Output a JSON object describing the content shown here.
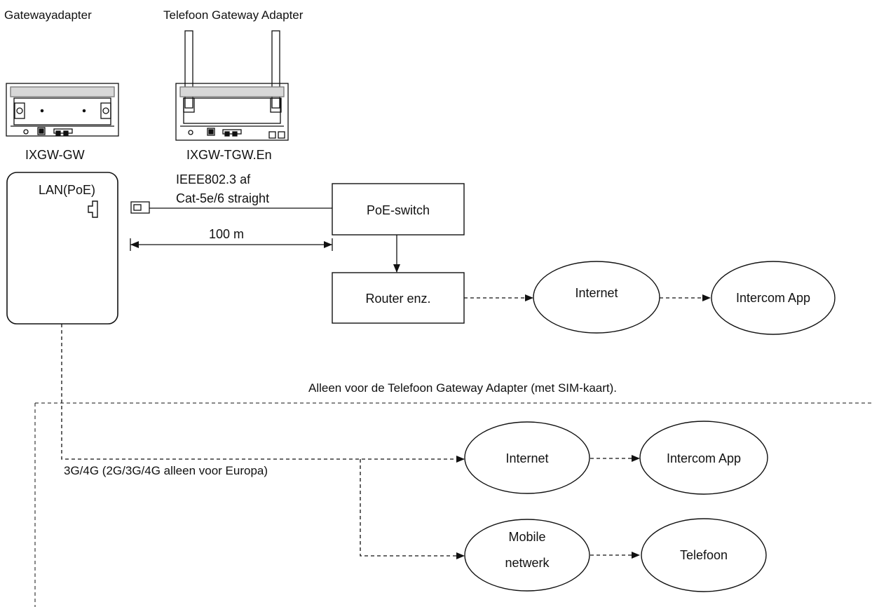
{
  "devices": {
    "gw_heading": "Gatewayadapter",
    "gw_model": "IXGW-GW",
    "tgw_heading": "Telefoon Gateway Adapter",
    "tgw_model": "IXGW-TGW.En"
  },
  "lan_port": {
    "label": "LAN(PoE)"
  },
  "cable": {
    "standard": "IEEE802.3 af",
    "type": "Cat-5e/6 straight",
    "length": "100 m"
  },
  "nodes": {
    "poe_switch": "PoE-switch",
    "router": "Router enz.",
    "internet_top": "Internet",
    "intercom_top": "Intercom App",
    "internet_bottom": "Internet",
    "intercom_bottom": "Intercom App",
    "mobile_line1": "Mobile",
    "mobile_line2": "netwerk",
    "telefoon": "Telefoon"
  },
  "notes": {
    "sim_only": "Alleen voor de Telefoon Gateway Adapter (met SIM-kaart).",
    "cellular": "3G/4G (2G/3G/4G alleen voor Europa)"
  }
}
